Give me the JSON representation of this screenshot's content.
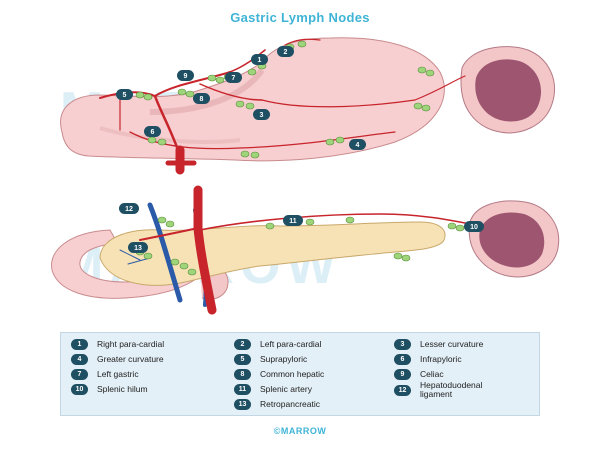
{
  "title": "Gastric Lymph Nodes",
  "watermark": "MARROW",
  "brand": "©MARROW",
  "top_markers": [
    "1",
    "2",
    "3",
    "4",
    "5",
    "6",
    "7",
    "8",
    "9"
  ],
  "bottom_markers": [
    "10",
    "11",
    "12",
    "13"
  ],
  "legend": [
    {
      "num": "1",
      "label": "Right para-cardial"
    },
    {
      "num": "2",
      "label": "Left para-cardial"
    },
    {
      "num": "3",
      "label": "Lesser curvature"
    },
    {
      "num": "4",
      "label": "Greater curvature"
    },
    {
      "num": "5",
      "label": "Suprapyloric"
    },
    {
      "num": "6",
      "label": "Infrapyloric"
    },
    {
      "num": "7",
      "label": "Left gastric"
    },
    {
      "num": "8",
      "label": "Common hepatic"
    },
    {
      "num": "9",
      "label": "Celiac"
    },
    {
      "num": "10",
      "label": "Splenic hilum"
    },
    {
      "num": "11",
      "label": "Splenic artery"
    },
    {
      "num": "12",
      "label": "Hepatoduodenal ligament"
    },
    {
      "num": "13",
      "label": "Retropancreatic"
    }
  ],
  "colors": {
    "title": "#3fb4d6",
    "badge": "#1f4f63",
    "artery": "#c8242c",
    "vein": "#2a5aa8",
    "node": "#9ed47a",
    "stomach": "#f7cfd0",
    "pancreas": "#f6e2b5",
    "spleen": "#a05a78",
    "legend_bg": "#e3f0f7"
  }
}
